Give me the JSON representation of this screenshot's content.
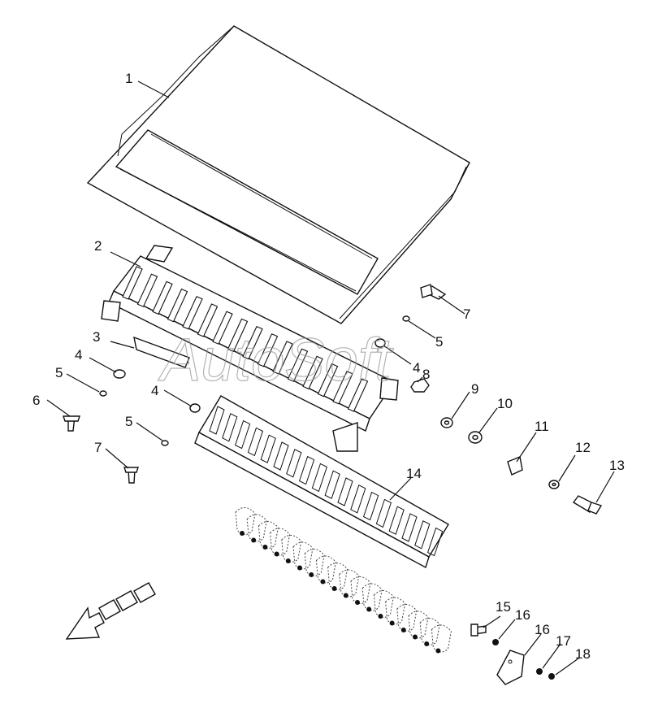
{
  "watermark": "AutoSoft",
  "callouts": [
    {
      "id": "c1",
      "label": "1"
    },
    {
      "id": "c2",
      "label": "2"
    },
    {
      "id": "c3",
      "label": "3"
    },
    {
      "id": "c4a",
      "label": "4"
    },
    {
      "id": "c4b",
      "label": "4"
    },
    {
      "id": "c4c",
      "label": "4"
    },
    {
      "id": "c5a",
      "label": "5"
    },
    {
      "id": "c5b",
      "label": "5"
    },
    {
      "id": "c5c",
      "label": "5"
    },
    {
      "id": "c6",
      "label": "6"
    },
    {
      "id": "c7a",
      "label": "7"
    },
    {
      "id": "c7b",
      "label": "7"
    },
    {
      "id": "c8",
      "label": "8"
    },
    {
      "id": "c9",
      "label": "9"
    },
    {
      "id": "c10",
      "label": "10"
    },
    {
      "id": "c11",
      "label": "11"
    },
    {
      "id": "c12",
      "label": "12"
    },
    {
      "id": "c13",
      "label": "13"
    },
    {
      "id": "c14",
      "label": "14"
    },
    {
      "id": "c15",
      "label": "15"
    },
    {
      "id": "c16a",
      "label": "16"
    },
    {
      "id": "c16b",
      "label": "16"
    },
    {
      "id": "c17",
      "label": "17"
    },
    {
      "id": "c18",
      "label": "18"
    }
  ]
}
